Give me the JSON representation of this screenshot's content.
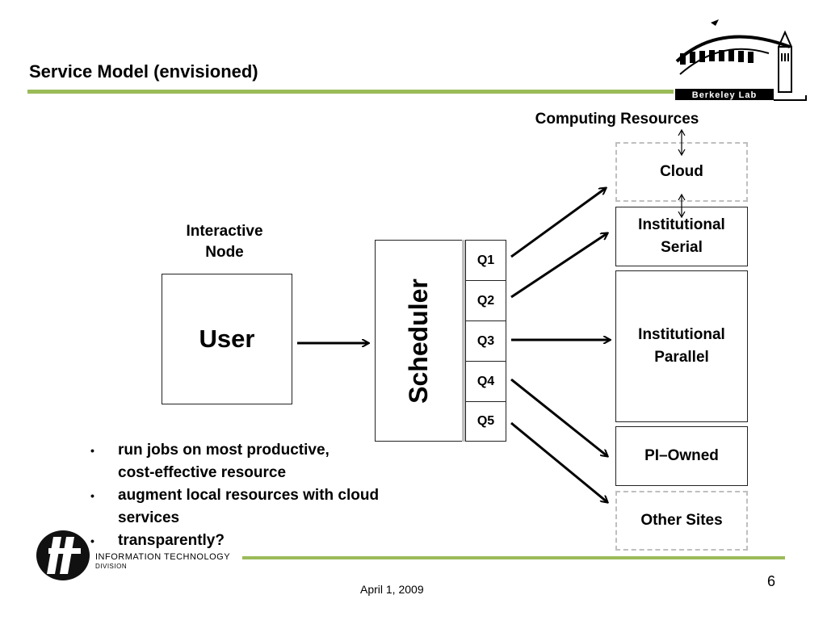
{
  "slide": {
    "title": "Service Model (envisioned)",
    "date": "April 1, 2009",
    "page_number": "6"
  },
  "diagram": {
    "interactive_node_label": "Interactive\nNode",
    "user_label": "User",
    "scheduler_label": "Scheduler",
    "queues": [
      "Q1",
      "Q2",
      "Q3",
      "Q4",
      "Q5"
    ],
    "computing_resources_label": "Computing Resources",
    "resources": {
      "cloud": "Cloud",
      "institutional_serial_1": "Institutional",
      "institutional_serial_2": "Serial",
      "institutional_parallel_1": "Institutional",
      "institutional_parallel_2": "Parallel",
      "pi_owned": "PI–Owned",
      "other_sites": "Other Sites"
    }
  },
  "bullets": [
    {
      "line1": "run jobs on most productive,",
      "line2": "cost-effective resource"
    },
    {
      "line1": "augment local resources with cloud",
      "line2": "services"
    },
    {
      "line1": "transparently?",
      "line2": ""
    }
  ],
  "logos": {
    "berkeley_lab": "Berkeley Lab",
    "itd_line1": "INFORMATION TECHNOLOGY",
    "itd_line2": "DIVISION"
  },
  "colors": {
    "accent_green": "#9bbb59",
    "dashed_gray": "#bfbfbf"
  }
}
